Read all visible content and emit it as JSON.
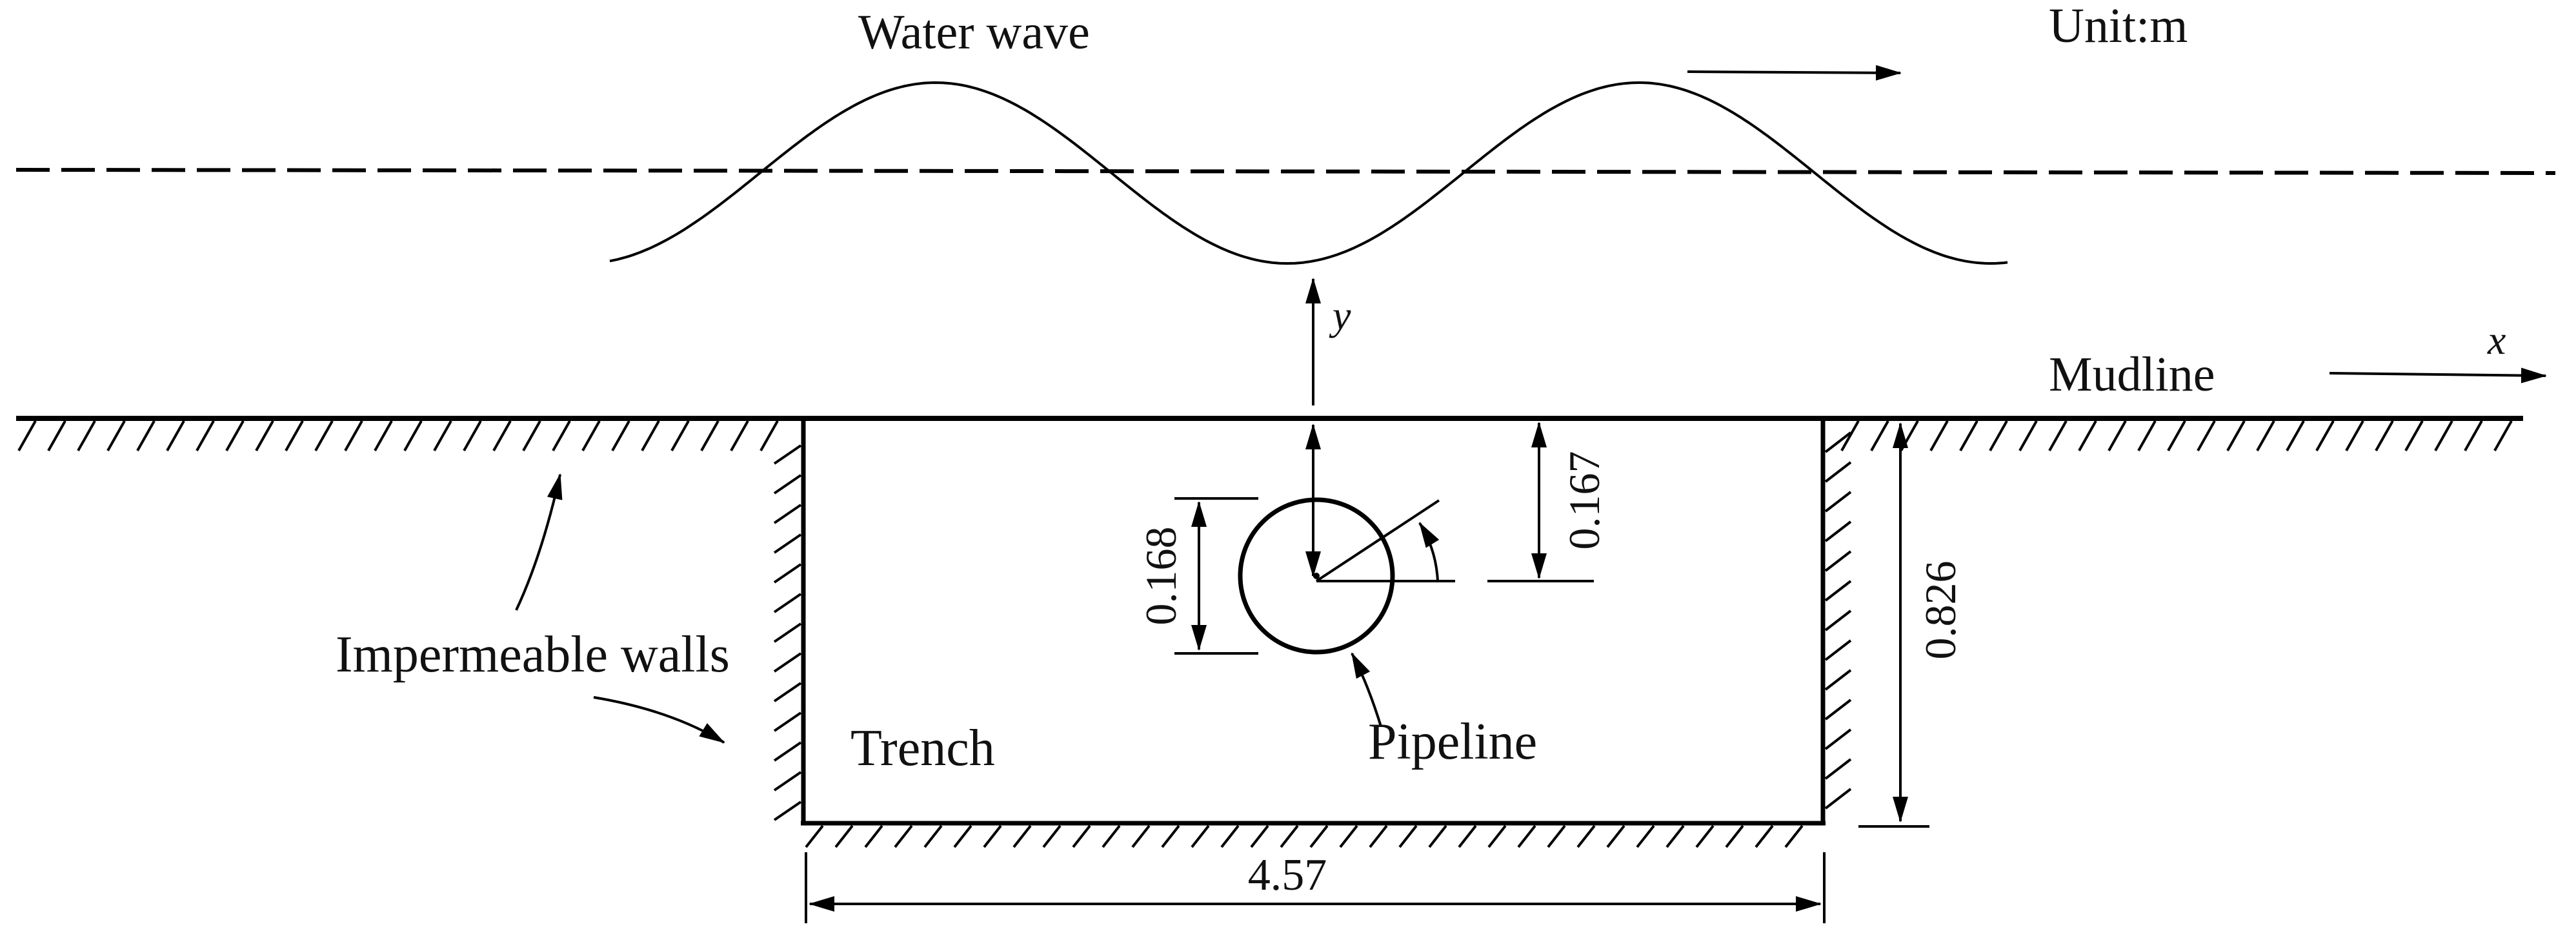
{
  "labels": {
    "water_wave": "Water wave",
    "unit": "Unit:m",
    "mudline": "Mudline",
    "y_axis": "y",
    "x_axis": "x",
    "impermeable_walls": "Impermeable walls",
    "trench": "Trench",
    "pipeline": "Pipeline"
  },
  "dimensions": {
    "pipe_diameter": "0.168",
    "pipe_burial_depth": "0.167",
    "trench_depth": "0.826",
    "trench_width": "4.57"
  }
}
